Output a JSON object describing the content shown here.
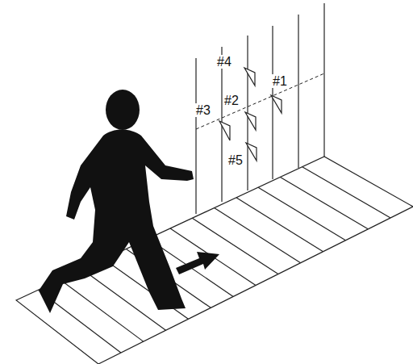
{
  "diagram": {
    "labels": [
      "#4",
      "#1",
      "#3",
      "#2",
      "#5"
    ]
  }
}
